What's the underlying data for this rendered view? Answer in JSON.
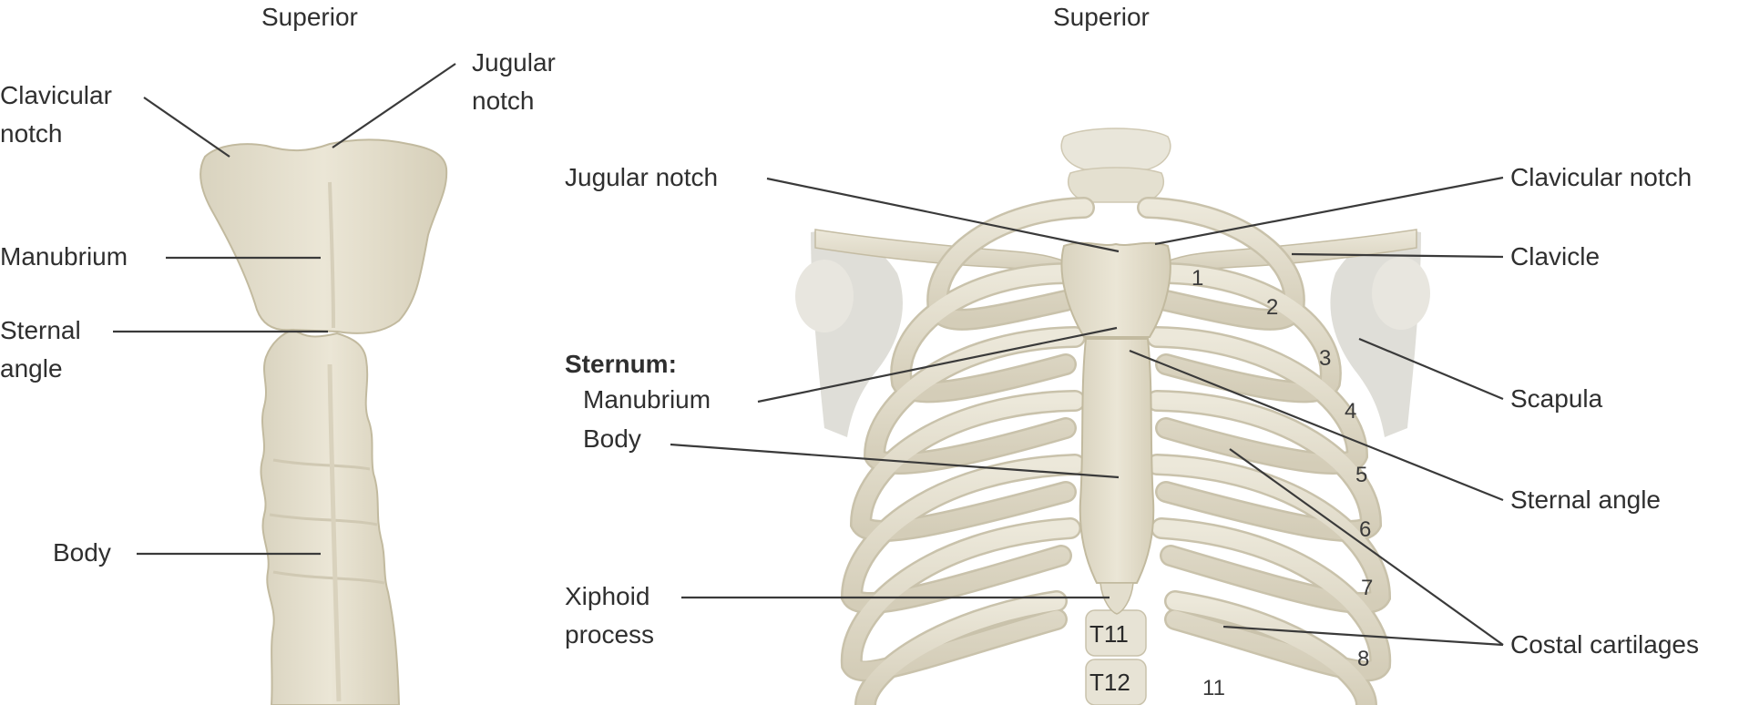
{
  "left_panel": {
    "orientation": "Superior",
    "labels": {
      "clavicular_notch": [
        "Clavicular",
        "notch"
      ],
      "jugular_notch": [
        "Jugular",
        "notch"
      ],
      "manubrium": "Manubrium",
      "sternal_angle": [
        "Sternal",
        "angle"
      ],
      "body": "Body"
    }
  },
  "right_panel": {
    "orientation": "Superior",
    "labels": {
      "jugular_notch": "Jugular notch",
      "sternum_heading": "Sternum:",
      "manubrium": "Manubrium",
      "body": "Body",
      "xiphoid_process": [
        "Xiphoid",
        "process"
      ],
      "clavicular_notch": "Clavicular notch",
      "clavicle": "Clavicle",
      "scapula": "Scapula",
      "sternal_angle": "Sternal angle",
      "costal_cartilages": "Costal cartilages"
    },
    "rib_numbers": [
      "1",
      "2",
      "3",
      "4",
      "5",
      "6",
      "7",
      "8",
      "11"
    ],
    "vertebrae": [
      "T11",
      "T12"
    ]
  },
  "colors": {
    "bone": "#e6e1d1",
    "bone_shadow": "#cfc8b3",
    "bone_outline": "#bdb59c",
    "leader_line": "#3a3a3a",
    "scapula_shade": "#d8d8d6"
  }
}
